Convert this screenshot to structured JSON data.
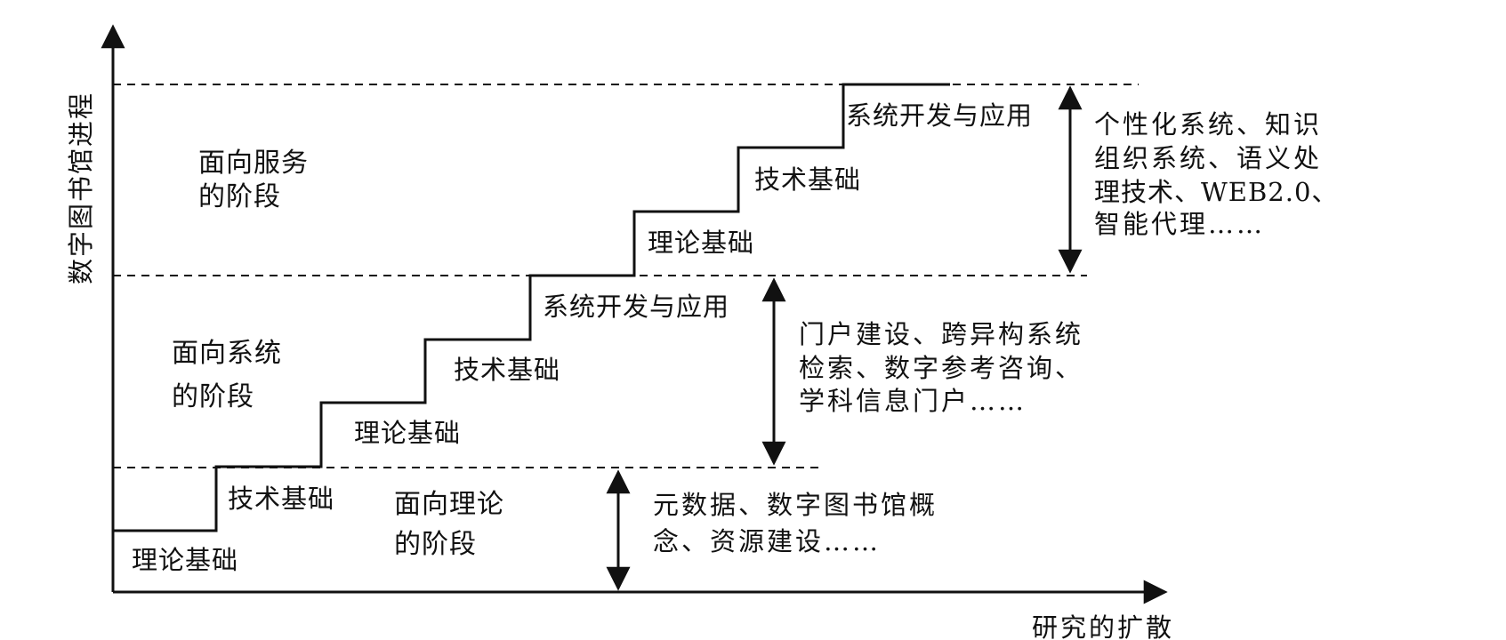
{
  "axes": {
    "y_title": "数字图书馆进程",
    "x_title": "研究的扩散"
  },
  "phases": [
    {
      "id": "theory",
      "line1": "面向理论",
      "line2": "的阶段"
    },
    {
      "id": "system",
      "line1": "面向系统",
      "line2": "的阶段"
    },
    {
      "id": "service",
      "line1": "面向服务",
      "line2": "的阶段"
    }
  ],
  "steps": [
    {
      "label": "理论基础"
    },
    {
      "label": "技术基础"
    },
    {
      "label": "理论基础"
    },
    {
      "label": "技术基础"
    },
    {
      "label": "系统开发与应用"
    },
    {
      "label": "理论基础"
    },
    {
      "label": "技术基础"
    },
    {
      "label": "系统开发与应用"
    }
  ],
  "annotations": [
    {
      "lines": [
        "元数据、数字图书馆概",
        "念、资源建设……"
      ]
    },
    {
      "lines": [
        "门户建设、跨异构系统",
        "检索、数字参考咨询、",
        "学科信息门户……"
      ]
    },
    {
      "lines": [
        "个性化系统、知识",
        "组织系统、语义处",
        "理技术、WEB2.0、",
        "智能代理……"
      ]
    }
  ],
  "colors": {
    "ink": "#111111",
    "background": "#ffffff"
  }
}
